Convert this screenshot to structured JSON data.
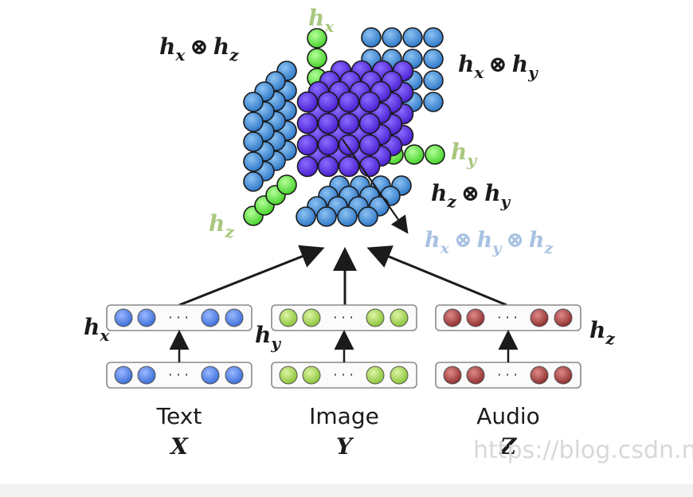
{
  "colors": {
    "blue": "#3f8fd8",
    "purple": "#5a2de0",
    "green": "#61e84b",
    "red": "#a33b3b",
    "vec_blue": "#4a7fe0",
    "vec_green": "#9fd14a",
    "vec_red": "#a04545",
    "text_dark": "#1b1b1b",
    "label_green": "#a8c77e",
    "label_light_blue": "#a9c2e2"
  },
  "labels": {
    "hx_top": {
      "base": "h",
      "sub": "x"
    },
    "hy_side": {
      "base": "h",
      "sub": "y"
    },
    "hz_side": {
      "base": "h",
      "sub": "z"
    },
    "hx_hz": {
      "a": "h",
      "a_sub": "x",
      "op": "⊗",
      "b": "h",
      "b_sub": "z"
    },
    "hx_hy": {
      "a": "h",
      "a_sub": "x",
      "op": "⊗",
      "b": "h",
      "b_sub": "y"
    },
    "hz_hy": {
      "a": "h",
      "a_sub": "z",
      "op": "⊗",
      "b": "h",
      "b_sub": "y"
    },
    "triple": {
      "a": "h",
      "a_sub": "x",
      "op1": "⊗",
      "b": "h",
      "b_sub": "y",
      "op2": "⊗",
      "c": "h",
      "c_sub": "z"
    }
  },
  "modalities": [
    {
      "name": "Text",
      "symbol": "X",
      "h_base": "h",
      "h_sub": "x",
      "color_key": "vec_blue"
    },
    {
      "name": "Image",
      "symbol": "Y",
      "h_base": "h",
      "h_sub": "y",
      "color_key": "vec_green"
    },
    {
      "name": "Audio",
      "symbol": "Z",
      "h_base": "h",
      "h_sub": "z",
      "color_key": "vec_red"
    }
  ],
  "ellipsis": "· · ·",
  "watermark": "https://blog.csdn.net"
}
